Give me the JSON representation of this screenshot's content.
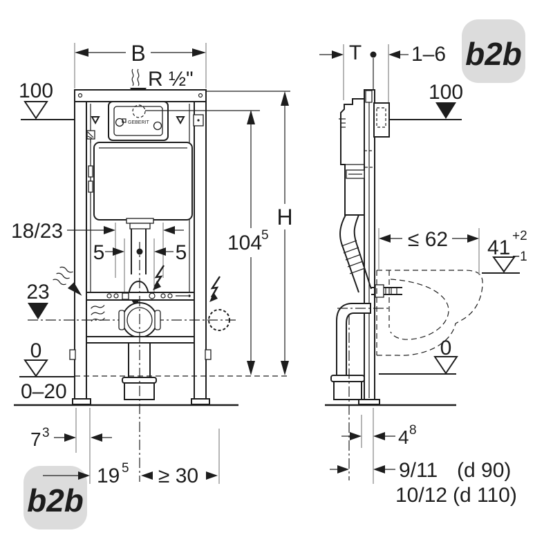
{
  "watermark": {
    "text": "b2b",
    "bg": "#dcdcdc",
    "fg": "#ffffff"
  },
  "front": {
    "width_label": "B",
    "supply_label": "R ½\"",
    "datum_top": "100",
    "offset_label": "18/23",
    "left_5": "5",
    "right_5": "5",
    "outlet_height": "23",
    "floor_zero": "0",
    "floor_range": "0–20",
    "frame_height_label": "H",
    "supply_height": "104",
    "supply_height_sup": "5",
    "depth_val": "7",
    "depth_sup": "3",
    "drain_offset": "19",
    "drain_offset_sup": "5",
    "front_clearance": "≥ 30",
    "brand": "GEBERIT"
  },
  "side": {
    "depth_label": "T",
    "finish_label": "1–6",
    "datum_top": "100",
    "bowl_depth": "≤ 62",
    "rim_height": "41",
    "rim_sup": "+2",
    "rim_sub": "−1",
    "floor_zero": "0",
    "leg_val": "4",
    "leg_sup": "8",
    "drain1_val": "9/11",
    "drain1_d": "(d 90)",
    "drain2_val": "10/12",
    "drain2_d": "(d 110)"
  }
}
